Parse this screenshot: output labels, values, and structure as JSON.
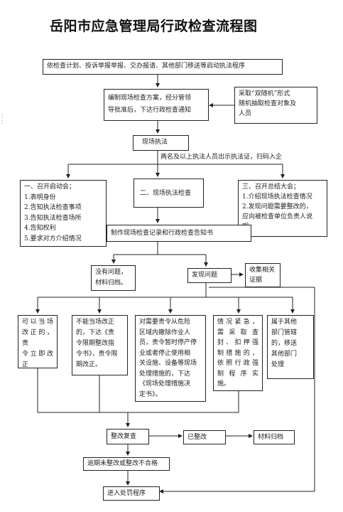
{
  "title": "岳阳市应急管理局行政检查流程图",
  "nodes": {
    "start": "依检查计划、投诉举报举报、交办报请、其他部门移送等启动执法程序",
    "plan": [
      "编制现场检查方案，经分管领",
      "导批准后，下达行政检查通知"
    ],
    "random": [
      "采取“双随机”形式",
      "随机抽取检查对象及",
      "人员"
    ],
    "onsite": "现场执法",
    "onsite_note": "两名及以上执法人员出示执法证，扫码入企",
    "kickoff": [
      "一、召开启动会；",
      "1.表明身份",
      "2.告知执法检查事项",
      "3.告知执法检查场所",
      "4.告知权利",
      "5.要求对方介绍情况"
    ],
    "inspect": "二、现场执法检查",
    "summary": [
      "三、召开总结大会；",
      "1.介绍现场执法检查情况",
      "2.发现问题需要整改的，",
      "应向被检查单位负责人说",
      "明"
    ],
    "record": "制作现场检查记录和行政检查告知书",
    "no_issue": [
      "没有问题，",
      "材料归档。"
    ],
    "issue": "发现问题",
    "evidence": [
      "收集相关",
      "证据"
    ],
    "fix_now": [
      "可以当场",
      "改正的，责",
      "令立即改",
      "正"
    ],
    "deadline": [
      "不能当场改正",
      "的，下达《责",
      "令限期整改指",
      "令书》，责令限",
      "期改正。"
    ],
    "danger": [
      "对需要责令从危险",
      "区域内撤除作业人",
      "员，责令暂时停产停",
      "业或者停止使用相",
      "关设施、设备等现场",
      "处理措施的，下达",
      "《现场处理措施决",
      "定书》。"
    ],
    "urgent": [
      "情况紧急，",
      "需采取查",
      "封、扣押强",
      "制措施的，",
      "依照行政强",
      "制程序实",
      "施。"
    ],
    "transfer": [
      "属于其他",
      "部门管辖",
      "的，移送",
      "其他部门",
      "处理"
    ],
    "review": "整改复查",
    "fixed": "已整改",
    "archive": "材料归档",
    "overdue": "逾期未整改或整改不合格",
    "penalty": "进入处罚程序"
  }
}
